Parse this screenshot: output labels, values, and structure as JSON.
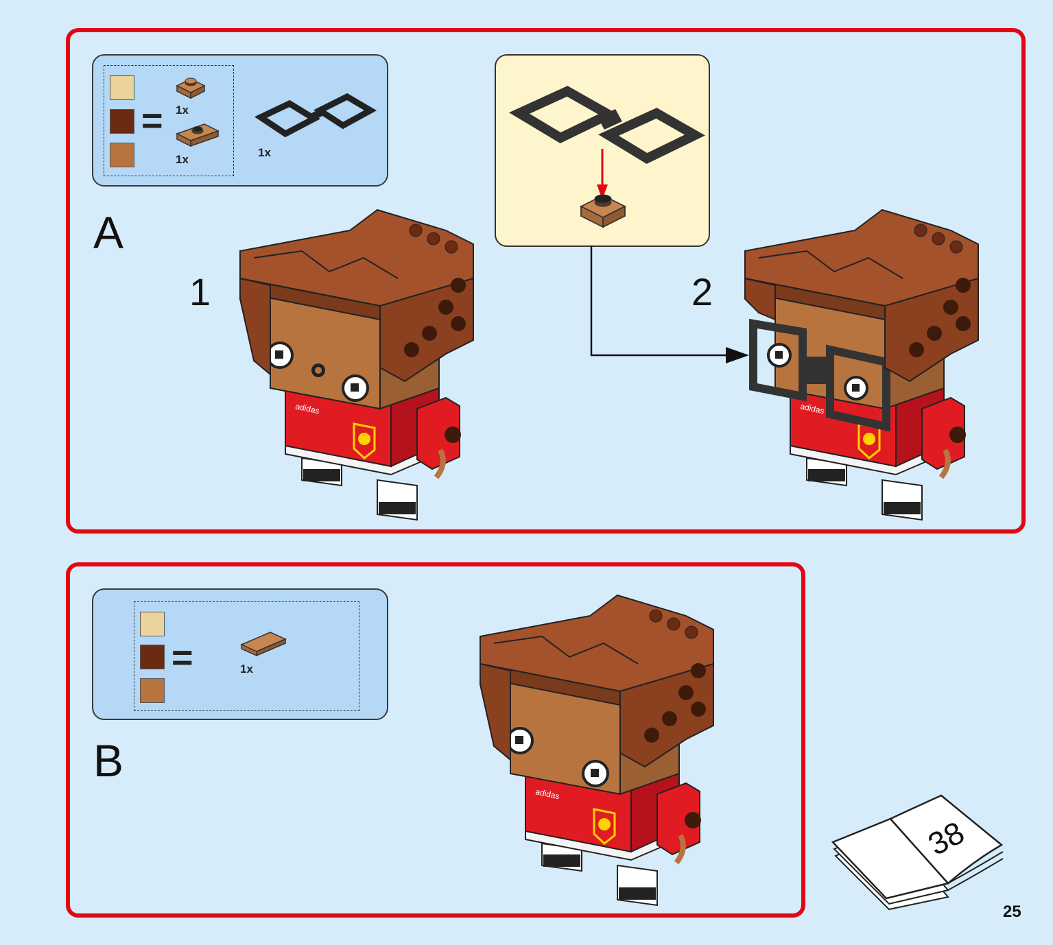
{
  "section_a": {
    "letter": "A",
    "parts": {
      "equals": "=",
      "qty_1": "1x",
      "qty_2": "1x",
      "qty_3": "1x"
    },
    "step_1": "1",
    "step_2": "2"
  },
  "section_b": {
    "letter": "B",
    "parts": {
      "equals": "=",
      "qty_1": "1x"
    }
  },
  "book_reference": "38",
  "page_number": "25",
  "colors": {
    "frame_red": "#e30613",
    "page_background": "#d6ecfb",
    "parts_box_blue": "#b4d8f5",
    "callout_yellow": "#fff5cc",
    "swatch_light_tan": "#ebd39c",
    "swatch_reddish_brown": "#6b2a12",
    "swatch_medium_nougat": "#b8743f"
  }
}
